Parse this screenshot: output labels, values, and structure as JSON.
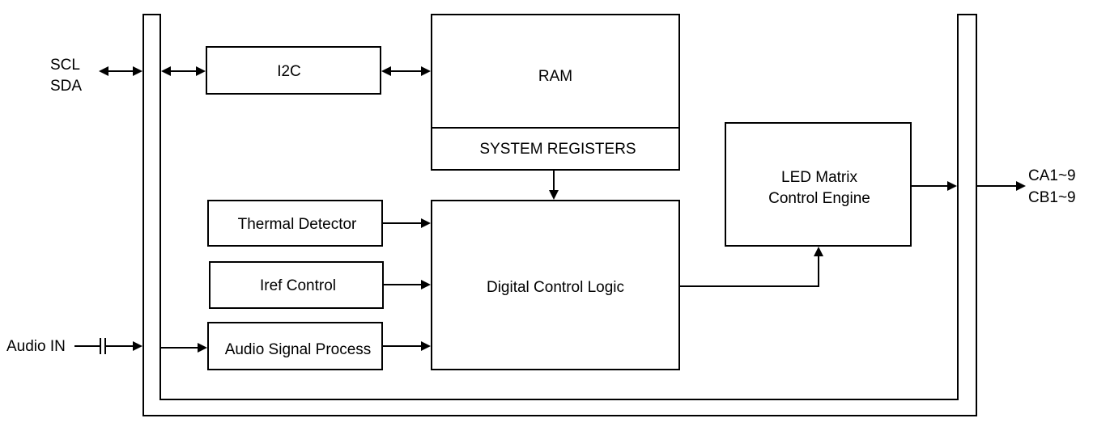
{
  "signals": {
    "scl": "SCL",
    "sda": "SDA",
    "audio_in": "Audio IN",
    "ca": "CA1~9",
    "cb": "CB1~9"
  },
  "blocks": {
    "i2c": "I2C",
    "ram": "RAM",
    "system_registers": "SYSTEM REGISTERS",
    "thermal_detector": "Thermal Detector",
    "iref_control": "Iref Control",
    "audio_signal_process": "Audio Signal Process",
    "digital_control_logic": "Digital Control Logic",
    "led_matrix_line1": "LED Matrix",
    "led_matrix_line2": "Control Engine"
  }
}
